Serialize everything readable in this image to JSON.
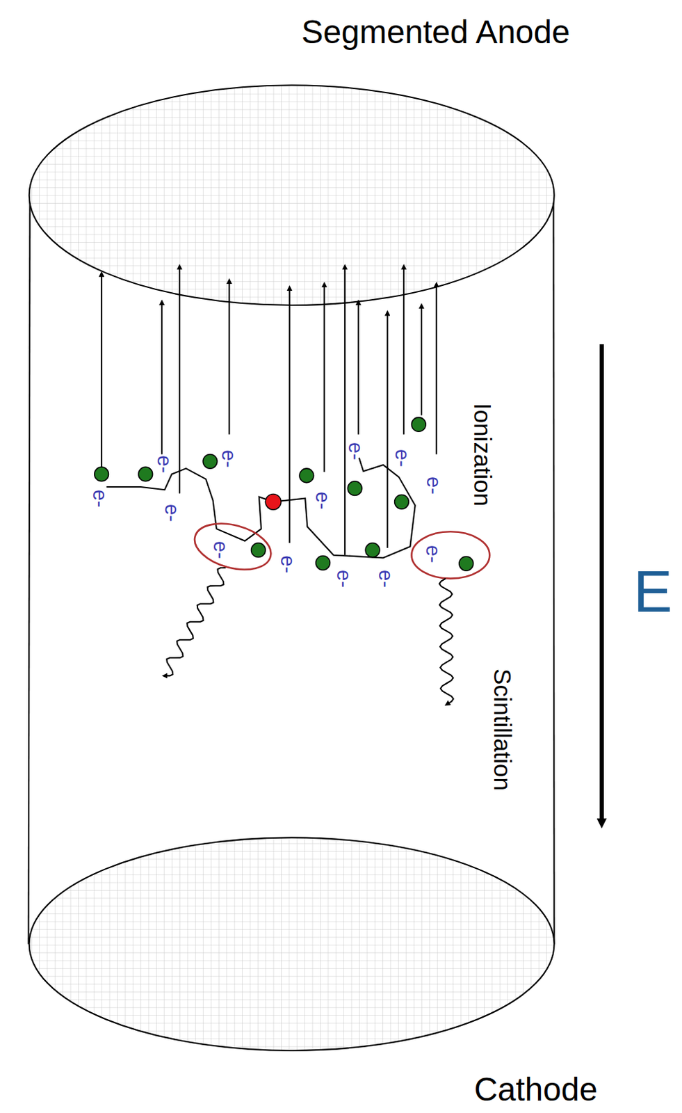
{
  "diagram": {
    "labels": [
      "Segmented Anode",
      "Cathode",
      "Ionization",
      "Scintillation",
      "E",
      "e-",
      "e-",
      "e-",
      "e-",
      "e-",
      "e-",
      "e-",
      "e-",
      "e-",
      "e-",
      "e-",
      "e-",
      "e-"
    ]
  }
}
